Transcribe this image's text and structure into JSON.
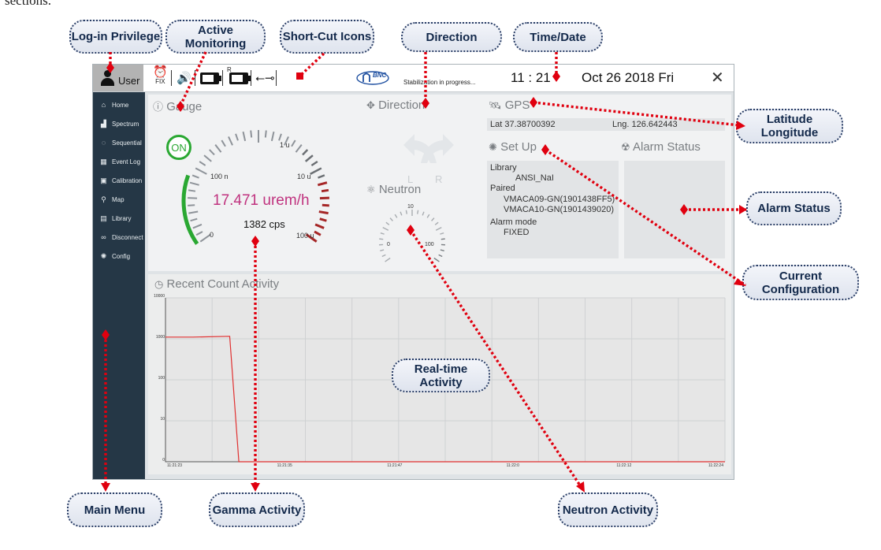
{
  "caption_fragment": "sections.",
  "callouts": {
    "login": "Log-in Privilege",
    "active": "Active Monitoring",
    "shortcut": "Short-Cut Icons",
    "direction": "Direction",
    "timedate": "Time/Date",
    "latlng": "Latitude Longitude",
    "alarm": "Alarm Status",
    "config": "Current Configuration",
    "realtime": "Real-time Activity",
    "mainmenu": "Main Menu",
    "gamma": "Gamma Activity",
    "neutron": "Neutron Activity"
  },
  "statusbar": {
    "user": "User",
    "fix": "FIX",
    "r_label": "R",
    "bnc": "BNC",
    "stabilization": "Stabilization in progress...",
    "time": "11 : 21",
    "date": "Oct 26 2018 Fri",
    "close": "✕"
  },
  "menu": [
    {
      "icon": "home-icon",
      "glyph": "⌂",
      "label": "Home"
    },
    {
      "icon": "spectrum-icon",
      "glyph": "▟",
      "label": "Spectrum"
    },
    {
      "icon": "sequential-icon",
      "glyph": "◌",
      "label": "Sequential"
    },
    {
      "icon": "event-log-icon",
      "glyph": "▦",
      "label": "Event Log"
    },
    {
      "icon": "calibration-icon",
      "glyph": "▣",
      "label": "Calibration"
    },
    {
      "icon": "map-icon",
      "glyph": "⚲",
      "label": "Map"
    },
    {
      "icon": "library-icon",
      "glyph": "▤",
      "label": "Library"
    },
    {
      "icon": "disconnect-icon",
      "glyph": "∞",
      "label": "Disconnect"
    },
    {
      "icon": "config-icon",
      "glyph": "✺",
      "label": "Config"
    }
  ],
  "gauge": {
    "title": "Gauge",
    "on": "ON",
    "rate": "17.471 urem/h",
    "cps": "1382 cps",
    "ticks": {
      "zero": "0",
      "n100": "100 n",
      "u1": "1 u",
      "u10": "10 u",
      "u100": "100 u"
    }
  },
  "direction": {
    "title": "Direction",
    "left": "L",
    "right": "R"
  },
  "neutron": {
    "title": "Neutron",
    "ticks": {
      "zero": "0",
      "ten": "10",
      "hundred": "100"
    }
  },
  "gps": {
    "title": "GPS",
    "lat": "Lat 37.38700392",
    "lng": "Lng. 126.642443"
  },
  "setup": {
    "title": "Set Up",
    "library_label": "Library",
    "library_value": "ANSI_NaI",
    "paired_label": "Paired",
    "paired": [
      "VMACA09-GN(1901438FF5)",
      "VMACA10-GN(1901439020)"
    ],
    "alarm_mode_label": "Alarm mode",
    "alarm_mode_value": "FIXED"
  },
  "alarm": {
    "title": "Alarm Status"
  },
  "recent": {
    "title": "Recent Count Activity"
  },
  "chart_data": {
    "type": "line",
    "title": "Recent Count Activity",
    "y_scale": "log",
    "ylim": [
      1,
      10000
    ],
    "y_ticks": [
      "10000",
      "1000",
      "100",
      "10",
      "0"
    ],
    "x_ticks": [
      "11:21:23",
      "11:21:35",
      "11:21:47",
      "11:22:0",
      "11:22:12",
      "11:22:24"
    ],
    "grid": true,
    "series": [
      {
        "color": "#e03030",
        "points": [
          {
            "t": "11:21:23",
            "v": 1100
          },
          {
            "t": "11:21:26",
            "v": 1100
          },
          {
            "t": "11:21:30",
            "v": 1150
          },
          {
            "t": "11:21:31",
            "v": 0
          },
          {
            "t": "11:22:24",
            "v": 0
          }
        ]
      }
    ]
  },
  "colors": {
    "accent_green": "#2aa832",
    "reading": "#c0337f",
    "sidebar": "#253746",
    "arrow": "#e0000f"
  }
}
